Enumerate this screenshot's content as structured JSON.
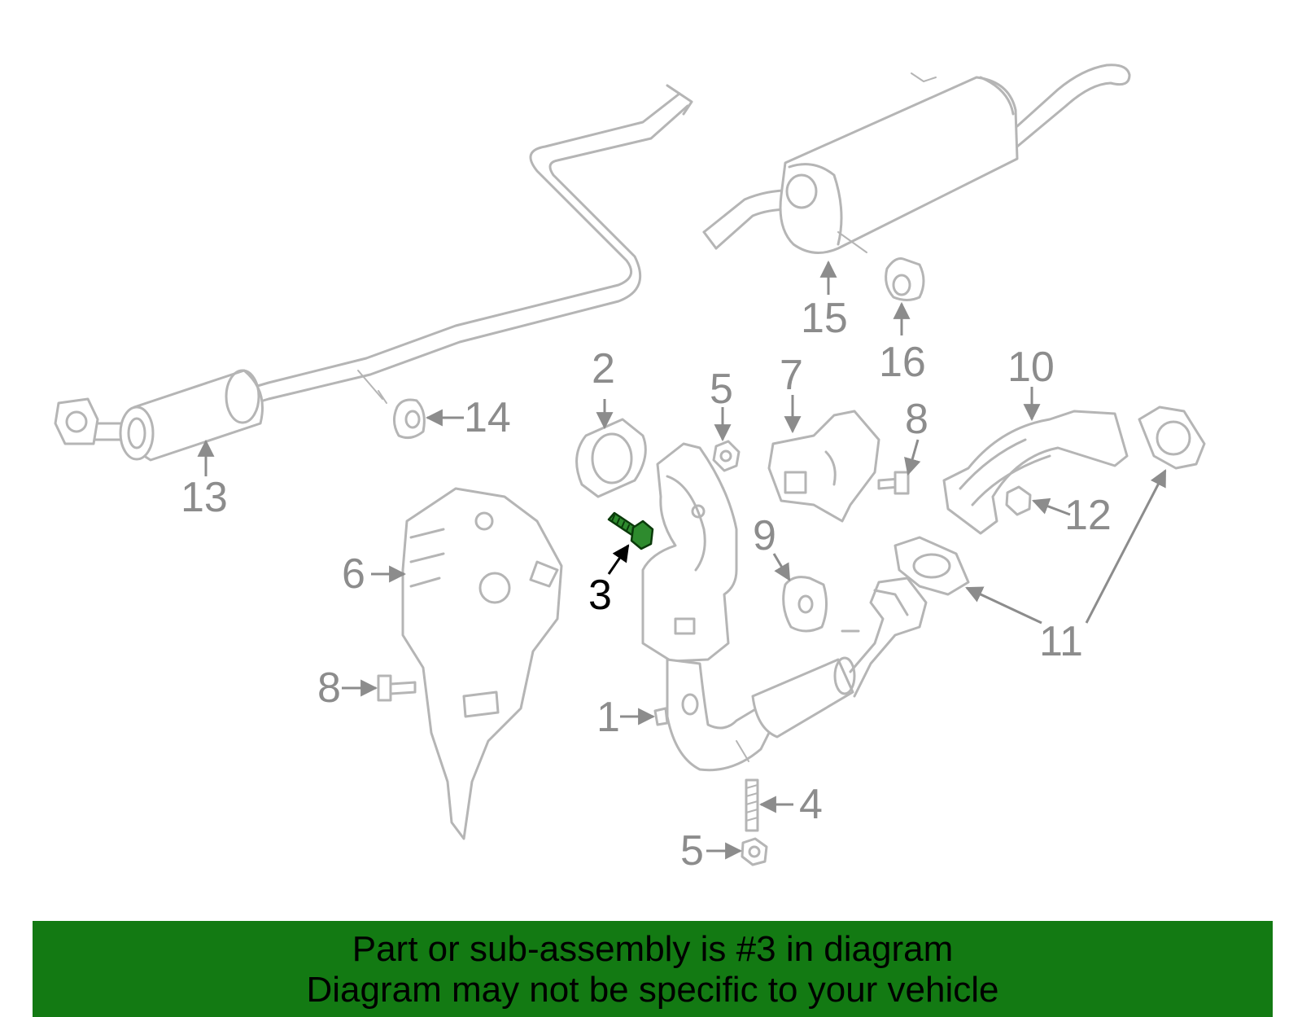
{
  "callouts": {
    "c1": "1",
    "c2": "2",
    "c3": "3",
    "c4": "4",
    "c5a": "5",
    "c5b": "5",
    "c6": "6",
    "c7": "7",
    "c8a": "8",
    "c8b": "8",
    "c9": "9",
    "c10": "10",
    "c11": "11",
    "c12": "12",
    "c13": "13",
    "c14": "14",
    "c15": "15",
    "c16": "16"
  },
  "highlight": {
    "part_number": "3",
    "color": "#2e8b2e"
  },
  "footer": {
    "line1": "Part or sub-assembly is #3 in diagram",
    "line2": "Diagram may not be specific to your vehicle",
    "background": "#137a13"
  }
}
